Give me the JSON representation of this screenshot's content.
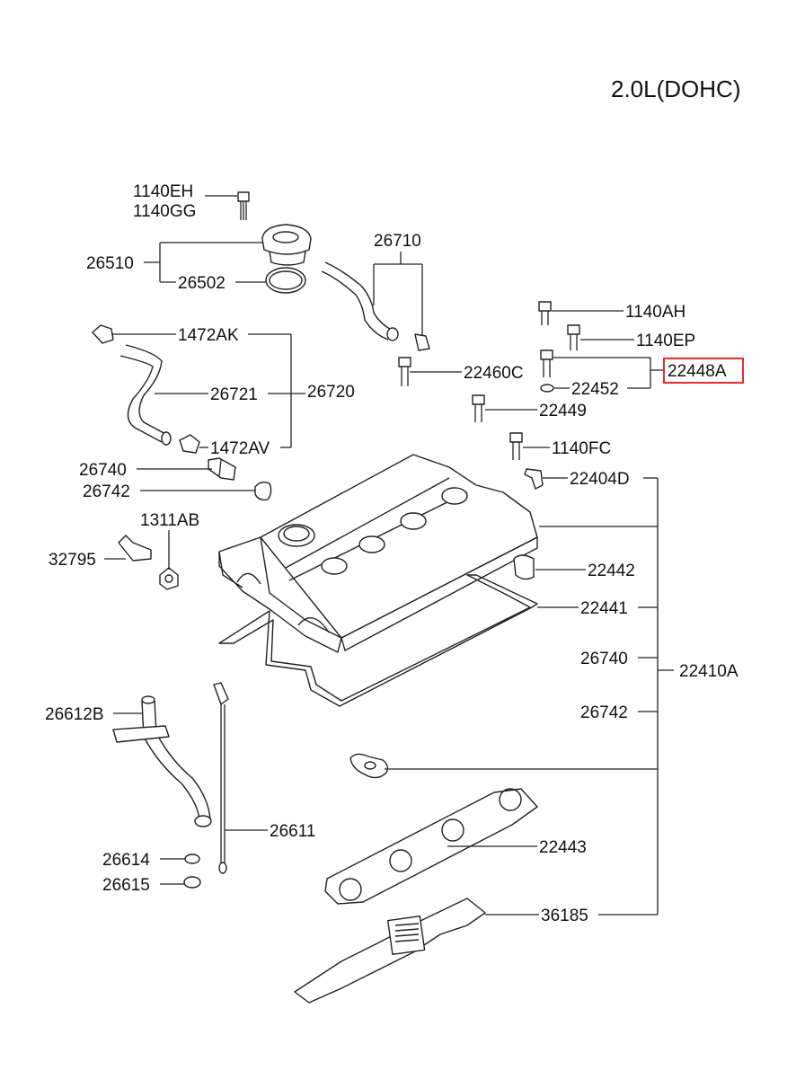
{
  "title": "2.0L(DOHC)",
  "highlight_color": "#e0161b",
  "highlighted_part": "22448A",
  "labels": {
    "p1140EH": "1140EH",
    "p1140GG": "1140GG",
    "p26510": "26510",
    "p26502": "26502",
    "p26710": "26710",
    "p1140AH": "1140AH",
    "p1140EP": "1140EP",
    "p22460C": "22460C",
    "p22448A": "22448A",
    "p22452": "22452",
    "p22449": "22449",
    "p1472AK": "1472AK",
    "p26721": "26721",
    "p26720": "26720",
    "p1472AV": "1472AV",
    "p1140FC": "1140FC",
    "p26740a": "26740",
    "p26742a": "26742",
    "p22404D": "22404D",
    "p1311AB": "1311AB",
    "p32795": "32795",
    "p22442": "22442",
    "p22441": "22441",
    "p26740b": "26740",
    "p22410A": "22410A",
    "p26742b": "26742",
    "p26612B": "26612B",
    "p26611": "26611",
    "p22443": "22443",
    "p26614": "26614",
    "p26615": "26615",
    "p36185": "36185"
  }
}
